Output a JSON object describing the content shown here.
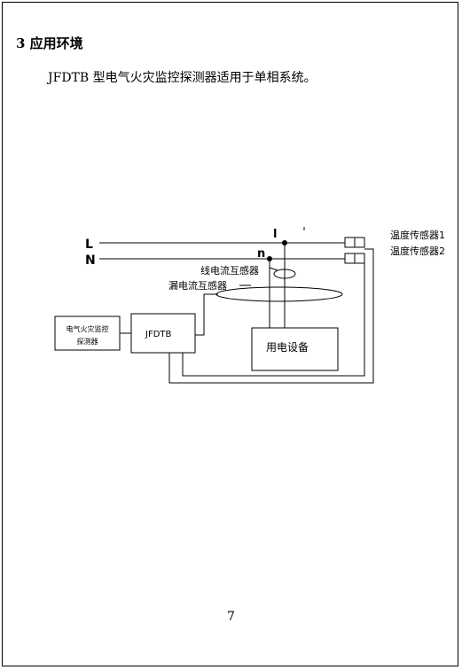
{
  "heading": "3 应用环境",
  "intro": "JFDTB 型电气火灾监控探测器适用于单相系统。",
  "diagram": {
    "line_L": "L",
    "line_N": "N",
    "node_l": "l",
    "node_n": "n",
    "temp_sensor_1": "温度传感器1",
    "temp_sensor_2": "温度传感器2",
    "line_ct": "线电流互感器",
    "leak_ct": "漏电流互感器",
    "detector_line1": "电气火灾监控",
    "detector_line2": "探测器",
    "jfdtb": "JFDTB",
    "equipment": "用电设备"
  },
  "page_number": "7"
}
